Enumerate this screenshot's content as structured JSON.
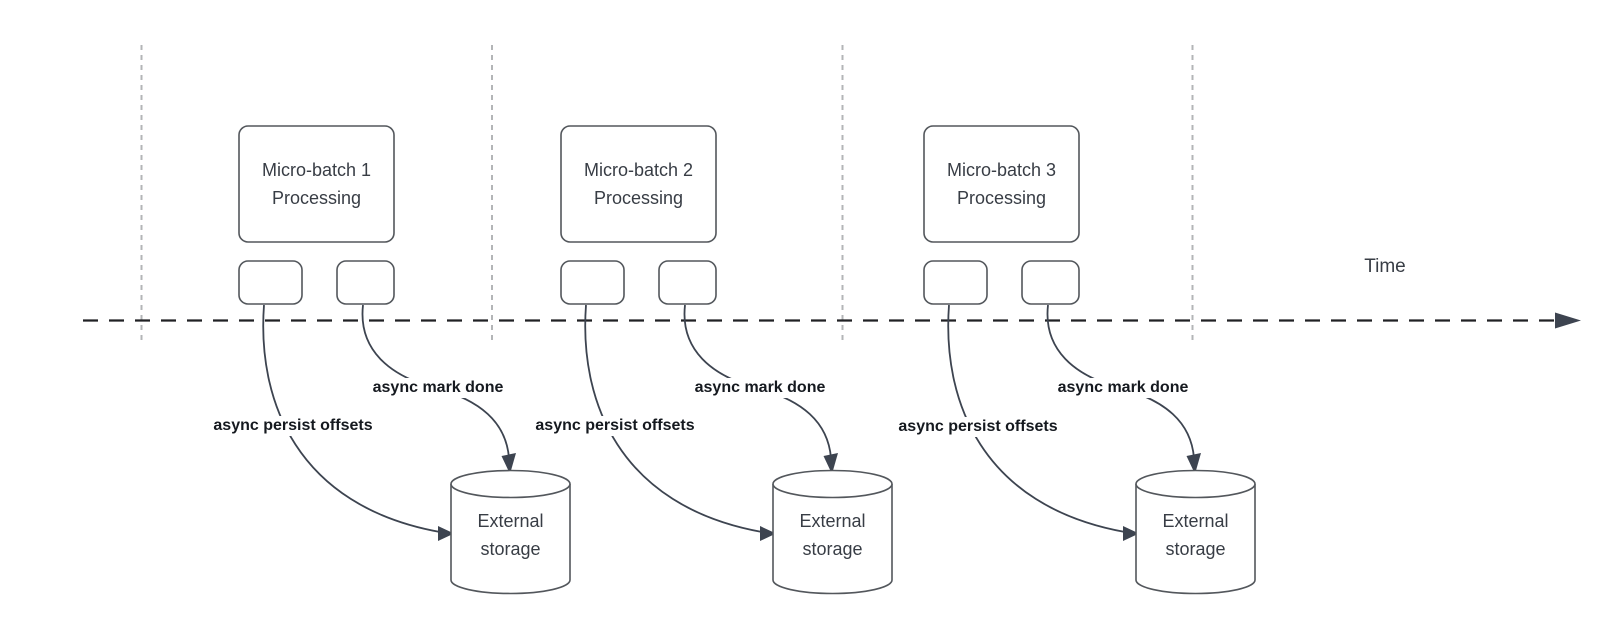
{
  "colors": {
    "canvas_bg": "#ffffff",
    "shape_border": "#53575c",
    "arrow": "#3d4450",
    "guide": "#b3b5b7",
    "timeline": "#202124",
    "label_text": "#15191f",
    "shape_text": "#383d45"
  },
  "timeline": {
    "label": "Time"
  },
  "groups": [
    {
      "title": "Micro-batch 1\nProcessing",
      "persist_label": "async persist offsets",
      "done_label": "async mark done",
      "storage_label": "External\nstorage"
    },
    {
      "title": "Micro-batch 2\nProcessing",
      "persist_label": "async persist offsets",
      "done_label": "async mark done",
      "storage_label": "External\nstorage"
    },
    {
      "title": "Micro-batch 3\nProcessing",
      "persist_label": "async persist offsets",
      "done_label": "async mark done",
      "storage_label": "External\nstorage"
    }
  ]
}
